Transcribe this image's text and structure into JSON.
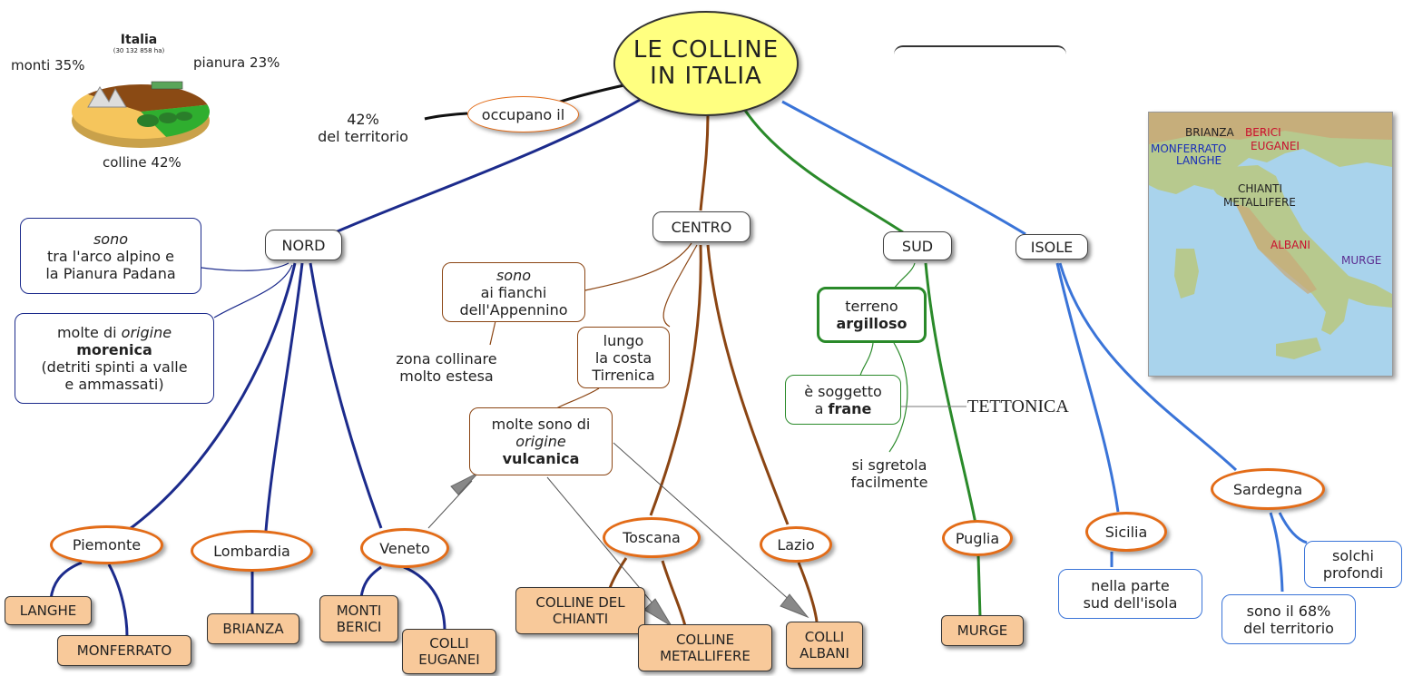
{
  "title": {
    "line1": "LE COLLINE",
    "line2": "IN ITALIA"
  },
  "pie": {
    "title": "Italia",
    "subtitle": "(30 132 858 ha)",
    "labels": {
      "monti": "monti 35%",
      "pianura": "pianura 23%",
      "colline": "colline 42%"
    },
    "slices": [
      {
        "name": "monti",
        "value": 35,
        "color": "#8a4a14"
      },
      {
        "name": "pianura",
        "value": 23,
        "color": "#2fae2f"
      },
      {
        "name": "colline",
        "value": 42,
        "color": "#f5c55c"
      }
    ]
  },
  "occupano": {
    "label": "occupano il",
    "result_line1": "42%",
    "result_line2": "del territorio"
  },
  "regions": {
    "nord": "NORD",
    "centro": "CENTRO",
    "sud": "SUD",
    "isole": "ISOLE"
  },
  "nord": {
    "sono_italic": "sono",
    "sono_line1": "tra l'arco alpino e",
    "sono_line2": "la Pianura Padana",
    "morenica_line1": "molte di",
    "morenica_italic": "origine",
    "morenica_bold": "morenica",
    "morenica_line3": "(detriti spinti a valle",
    "morenica_line4": "e ammassati)",
    "piemonte": "Piemonte",
    "lombardia": "Lombardia",
    "veneto": "Veneto",
    "langhe": "LANGHE",
    "monferrato": "MONFERRATO",
    "brianza": "BRIANZA",
    "monti_berici_1": "MONTI",
    "monti_berici_2": "BERICI",
    "colli_euganei_1": "COLLI",
    "colli_euganei_2": "EUGANEI"
  },
  "centro": {
    "sono_italic": "sono",
    "sono_line1": "ai fianchi",
    "sono_line2": "dell'Appennino",
    "zona_line1": "zona collinare",
    "zona_line2": "molto estesa",
    "costa_line1": "lungo",
    "costa_line2": "la costa",
    "costa_line3": "Tirrenica",
    "vulc_line1": "molte sono di",
    "vulc_italic": "origine",
    "vulc_bold": "vulcanica",
    "toscana": "Toscana",
    "lazio": "Lazio",
    "chianti_1": "COLLINE DEL",
    "chianti_2": "CHIANTI",
    "metall_1": "COLLINE",
    "metall_2": "METALLIFERE",
    "albani_1": "COLLI",
    "albani_2": "ALBANI"
  },
  "sud": {
    "terreno_line1": "terreno",
    "terreno_bold": "argilloso",
    "frane_line1": "è soggetto",
    "frane_line2a": "a",
    "frane_bold": "frane",
    "tettonica": "TETTONICA",
    "sgretola_line1": "si sgretola",
    "sgretola_line2": "facilmente",
    "puglia": "Puglia",
    "murge": "MURGE"
  },
  "isole": {
    "sicilia": "Sicilia",
    "sardegna": "Sardegna",
    "sicilia_line1": "nella parte",
    "sicilia_line2": "sud dell'isola",
    "sard_pct_line1": "sono il 68%",
    "sard_pct_line2": "del territorio",
    "solchi_line1": "solchi",
    "solchi_line2": "profondi"
  },
  "map": {
    "labels": {
      "brianza": "BRIANZA",
      "berici": "BERICI",
      "euganei": "EUGANEI",
      "monferrato": "MONFERRATO",
      "langhe": "LANGHE",
      "chianti": "CHIANTI",
      "metallifere": "METALLIFERE",
      "albani": "ALBANI",
      "murge": "MURGE"
    },
    "colors": {
      "sea": "#a9d3ec",
      "land": "#b7c98e",
      "mountain": "#c9a877",
      "red_label": "#c8102e",
      "blue_label": "#1a2fb8",
      "purple_label": "#5b2c90"
    }
  },
  "colors": {
    "nord": "#1c2b8c",
    "centro": "#8b4513",
    "sud": "#2a8a2a",
    "isole": "#3a74d8",
    "oval_border": "#e36c18",
    "tag_fill": "#f8c99a",
    "title_fill": "#ffff80"
  }
}
